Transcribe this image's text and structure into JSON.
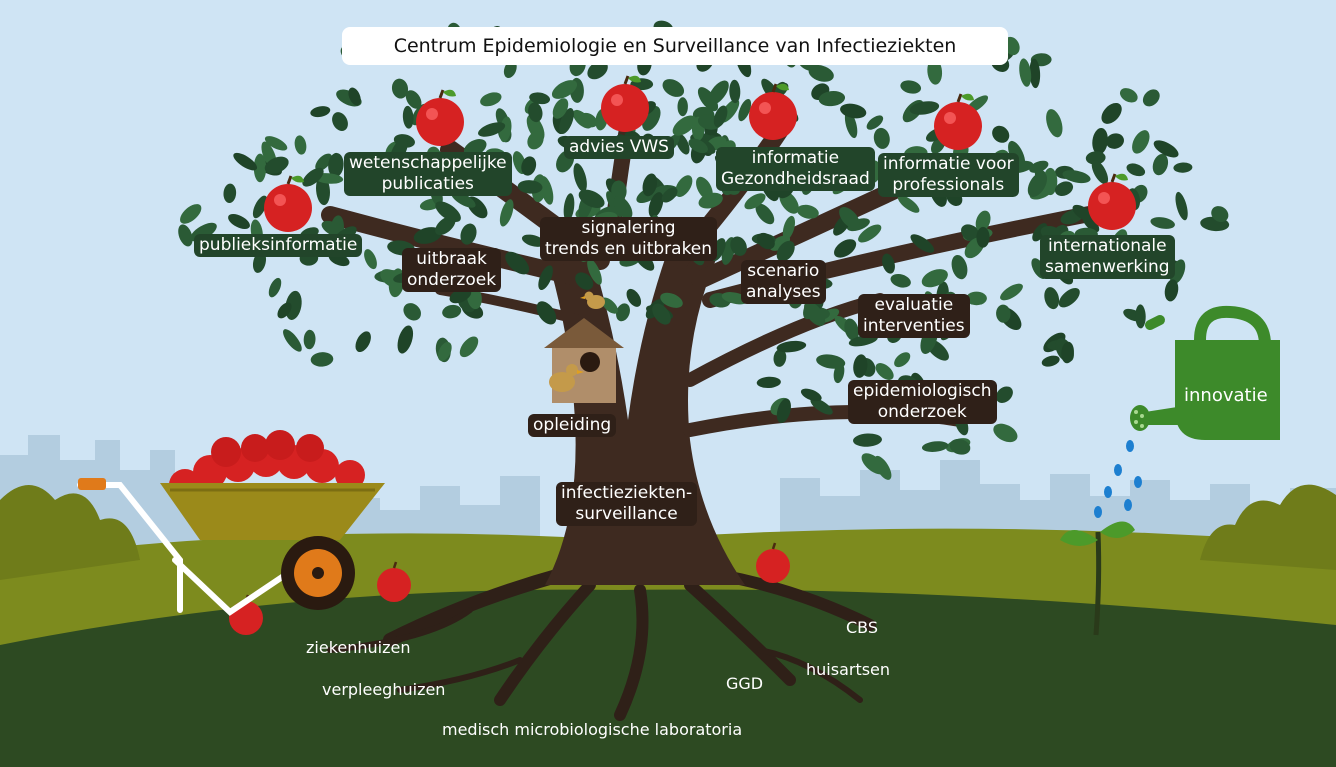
{
  "title": "Centrum Epidemiologie en Surveillance van Infectieziekten",
  "outputs": {
    "publieksinformatie": "publieksinformatie",
    "wetenschappelijke_publicaties": [
      "wetenschappelijke",
      "publicaties"
    ],
    "advies_vws": "advies VWS",
    "informatie_gezondheidsraad": [
      "informatie",
      "Gezondheidsraad"
    ],
    "informatie_professionals": [
      "informatie voor",
      "professionals"
    ],
    "internationale_samenwerking": [
      "internationale",
      "samenwerking"
    ]
  },
  "activities": {
    "uitbraak_onderzoek": [
      "uitbraak",
      "onderzoek"
    ],
    "signalering": [
      "signalering",
      "trends en uitbraken"
    ],
    "scenario_analyses": [
      "scenario",
      "analyses"
    ],
    "evaluatie_interventies": [
      "evaluatie",
      "interventies"
    ],
    "epidemiologisch_onderzoek": [
      "epidemiologisch",
      "onderzoek"
    ],
    "opleiding": "opleiding",
    "trunk": [
      "infectieziekten-",
      "surveillance"
    ]
  },
  "innovation": "innovatie",
  "sources": {
    "ziekenhuizen": "ziekenhuizen",
    "verpleeghuizen": "verpleeghuizen",
    "medisch_microbiologische_laboratoria": "medisch microbiologische laboratoria",
    "ggd": "GGD",
    "cbs": "CBS",
    "huisartsen": "huisartsen"
  },
  "colors": {
    "sky": "#cfe4f4",
    "skyline": "#b3cde0",
    "ground_light": "#7d8b1e",
    "ground_dark": "#2d4a22",
    "leaf": "#2a5a35",
    "trunk": "#3e2a20",
    "apple": "#d62222",
    "watering_can": "#3d8a2a",
    "wheelbarrow_tub": "#9b8a1a",
    "label_bg": "#22452a"
  }
}
